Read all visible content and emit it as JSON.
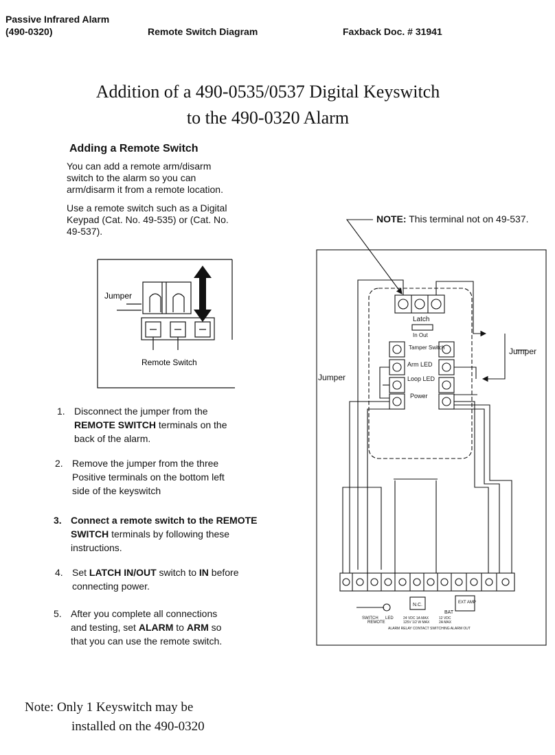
{
  "header": {
    "product_line1": "Passive Infrared Alarm",
    "product_line2": "(490-0320)",
    "doc_type": "Remote Switch Diagram",
    "faxback": "Faxback Doc. # 31941"
  },
  "title": {
    "line1": "Addition of a 490-0535/0537 Digital Keyswitch",
    "line2": "to the 490-0320 Alarm"
  },
  "section": {
    "heading": "Adding a Remote Switch",
    "para1_l1": "You can add a remote arm/disarm",
    "para1_l2": "switch to the alarm so you can",
    "para1_l3": "arm/disarm it from a remote location.",
    "para2_l1": "Use a remote switch such as a Digital",
    "para2_l2": "Keypad (Cat. No. 49-535) or (Cat. No.",
    "para2_l3": "49-537)."
  },
  "small_diagram": {
    "jumper_label": "Jumper",
    "remote_switch_label": "Remote Switch"
  },
  "steps": [
    {
      "num": "1.",
      "l1": "Disconnect the jumper from the",
      "l2_bold": "REMOTE SWITCH",
      "l2_rest": " terminals on the",
      "l3": "back of the alarm."
    },
    {
      "num": "2.",
      "l1": "Remove the jumper from the three",
      "l2": "Positive terminals on the bottom left",
      "l3": "side of the keyswitch"
    },
    {
      "num": "3.",
      "l1": "Connect a remote switch to the REMOTE",
      "l2_bold": "SWITCH",
      "l2_rest": " terminals by  following  these",
      "l3": "instructions."
    },
    {
      "num": "4.",
      "l1_pre": "Set ",
      "l1_bold": "LATCH IN/OUT",
      "l1_mid": " switch to ",
      "l1_bold2": "IN",
      "l1_post": " before",
      "l2": "connecting power."
    },
    {
      "num": "5.",
      "l1": "After you complete all connections",
      "l2_pre": "and testing, set ",
      "l2_bold": "ALARM",
      "l2_mid": " to ",
      "l2_bold2": "ARM",
      "l2_post": " so",
      "l3": "that you can use the remote switch."
    }
  ],
  "note_top": {
    "label": "NOTE:",
    "text": " This terminal not on 49-537."
  },
  "big_diagram": {
    "latch_label": "Latch",
    "in_out_label": "In  Out",
    "tamper_label": "Tamper Switch",
    "arm_led_label": "Arm LED",
    "loop_led_label": "Loop LED",
    "power_label": "Power",
    "jumper_left": "Jumper",
    "jumper_right": "Jumper",
    "term_switch": "SWITCH",
    "term_led": "LED",
    "term_remote": "REMOTE",
    "term_nc": "N.C.",
    "term_bat": "BAT",
    "term_ext_amp": "EXT AMP",
    "term_rating1": "24 VDC 1A MAX",
    "term_rating2": "125V 1/2 W MAX",
    "term_rating3": "12 VDC",
    "term_rating4": "2A MAX",
    "term_bottom": "ALARM RELAY CONTACT SWITCHING    ALARM OUT"
  },
  "note_bottom": {
    "l1": "Note:  Only 1 Keyswitch may be",
    "l2": "installed on the 490-0320"
  }
}
